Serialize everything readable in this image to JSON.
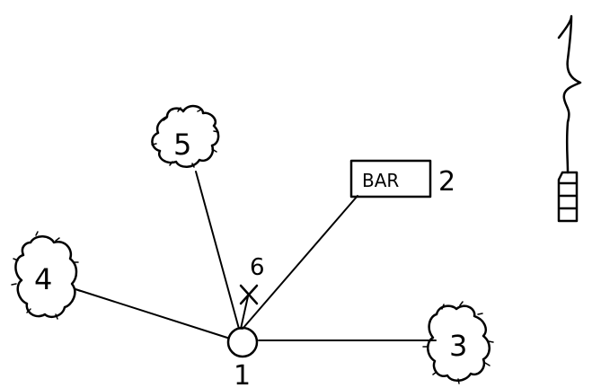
{
  "diagram": {
    "nodes": {
      "center": {
        "label": "1"
      },
      "box": {
        "text": "BAR",
        "label": "2"
      },
      "blob_right": {
        "label": "3"
      },
      "blob_left": {
        "label": "4"
      },
      "blob_top": {
        "label": "5"
      },
      "cross": {
        "label": "6"
      }
    },
    "ink_color": "#000000",
    "background_color": "#ffffff"
  }
}
